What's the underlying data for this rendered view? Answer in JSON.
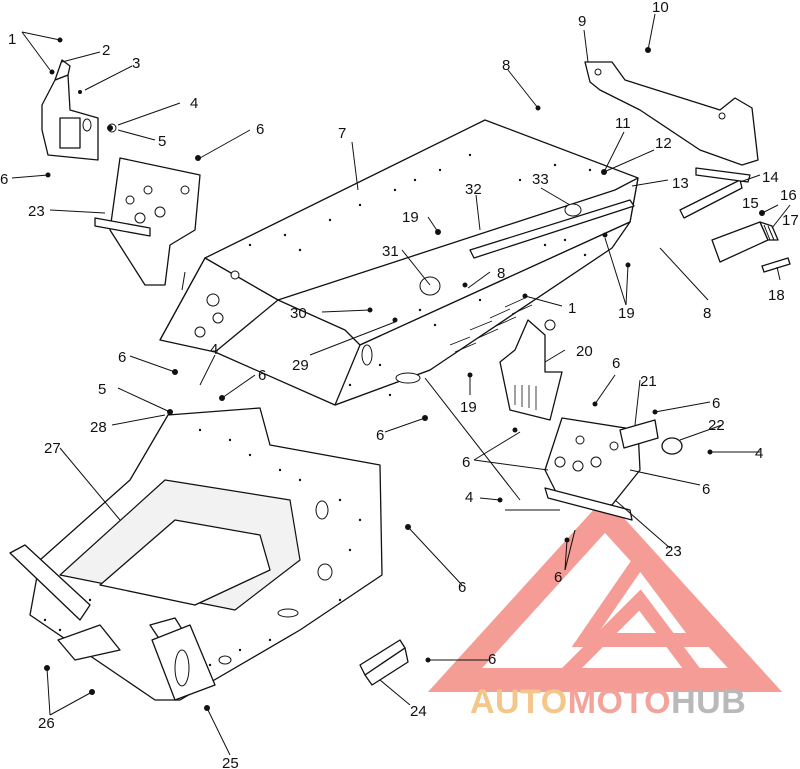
{
  "callouts": {
    "c1a": "1",
    "c2": "2",
    "c3": "3",
    "c4a": "4",
    "c5a": "5",
    "c6a": "6",
    "c6b": "6",
    "c23a": "23",
    "c7": "7",
    "c8a": "8",
    "c9": "9",
    "c10": "10",
    "c11": "11",
    "c12": "12",
    "c13": "13",
    "c14": "14",
    "c15": "15",
    "c16": "16",
    "c17": "17",
    "c18": "18",
    "c19a": "19",
    "c32": "32",
    "c33": "33",
    "c31": "31",
    "c8b": "8",
    "c19b": "19",
    "c8c": "8",
    "c30": "30",
    "c29": "29",
    "c1b": "1",
    "c20": "20",
    "c6c": "6",
    "c4b": "4",
    "c6d": "6",
    "c5b": "5",
    "c28": "28",
    "c19c": "19",
    "c6e": "6",
    "c6f": "6",
    "c21": "21",
    "c6g": "6",
    "c22": "22",
    "c4c": "4",
    "c27": "27",
    "c6h": "6",
    "c6i": "6",
    "c4d": "4",
    "c23b": "23",
    "c6j": "6",
    "c6k": "6",
    "c6l": "6",
    "c24": "24",
    "c26": "26",
    "c25": "25"
  },
  "watermark": {
    "part1": "AUTO",
    "part2": "MOTO",
    "part3": "HUB",
    "colors": {
      "auto": "#f5c68a",
      "moto": "#f4a39b",
      "hub": "#b9b9b9",
      "logo": "#f3928a"
    }
  }
}
